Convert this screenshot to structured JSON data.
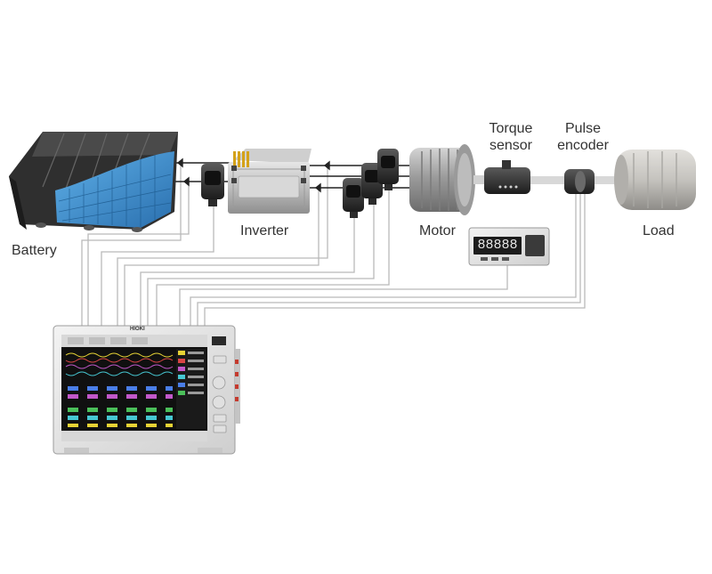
{
  "components": {
    "battery": {
      "label": "Battery"
    },
    "inverter": {
      "label": "Inverter"
    },
    "motor": {
      "label": "Motor"
    },
    "torque_sensor": {
      "label": "Torque\nsensor"
    },
    "pulse_encoder": {
      "label": "Pulse\nencoder"
    },
    "load": {
      "label": "Load"
    }
  },
  "torque_meter": {
    "display": "88888"
  },
  "analyzer": {
    "brand": "HIOKI"
  },
  "colors": {
    "cable": "#b9b9b9",
    "power_line": "#222222",
    "battery_cells": "#3a8fd0",
    "metal": "#c8c8c8",
    "screen_bg": "#101010",
    "trace_yellow": "#e7d335",
    "trace_red": "#d84545",
    "trace_blue": "#4a7ee8",
    "trace_green": "#4bbf5a",
    "trace_magenta": "#c158c9",
    "trace_cyan": "#46c7d2"
  }
}
